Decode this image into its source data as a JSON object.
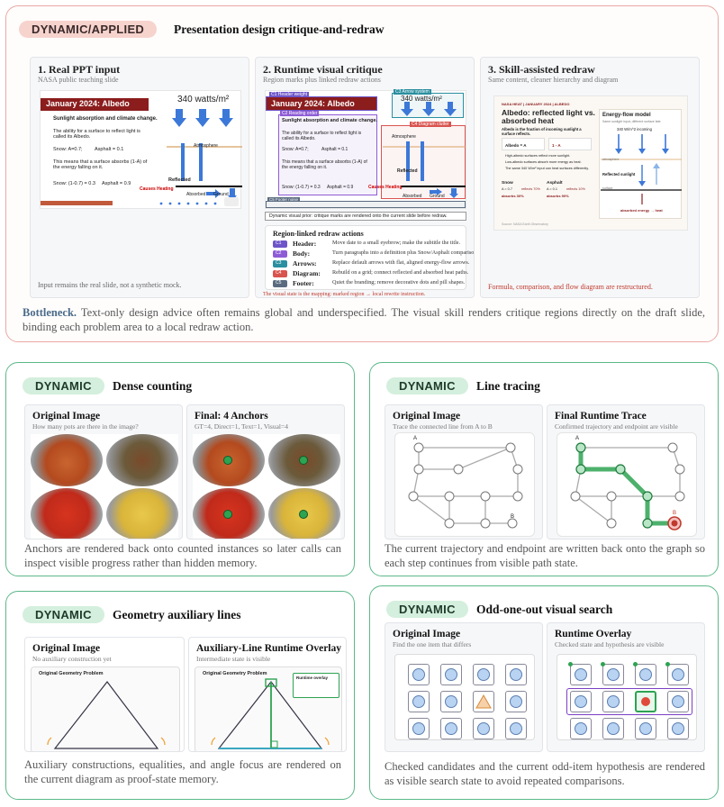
{
  "top": {
    "tag": "DYNAMIC/APPLIED",
    "title": "Presentation design critique-and-redraw",
    "col1": {
      "title": "1. Real PPT input",
      "subtitle": "NASA public teaching slide",
      "footer": "Input remains the real slide, not a synthetic mock."
    },
    "col2": {
      "title": "2. Runtime visual critique",
      "subtitle": "Region marks plus linked redraw actions",
      "footer": "The visual state is the mapping: marked region → local rewrite instruction."
    },
    "col3": {
      "title": "3. Skill-assisted redraw",
      "subtitle": "Same content, cleaner hierarchy and diagram",
      "footer": "Formula, comparison, and flow diagram are restructured."
    },
    "slide": {
      "heading": "January 2024: Albedo",
      "watts": "340 watts/m²",
      "line1": "Sunlight absorption and climate change.",
      "line2": "The ability for a surface to reflect light is called its Albedo.",
      "snow": "Snow: A=0.7;",
      "asphalt": "Asphalt = 0.1",
      "line3": "This means that a surface absorbs (1-A) of the energy falling on it.",
      "calc1": "Snow: (1-0.7) = 0.3",
      "calc2": "Asphalt = 0.9",
      "atmosphere": "Atmosphere",
      "reflected": "Reflected",
      "causes": "Causes Heating",
      "absorbed": "Absorbed",
      "ground": "Ground"
    },
    "critique": {
      "c1": "C1 Header weight",
      "c2": "C2 Reading order",
      "c3": "C3 Arrow system",
      "c4": "C4 Diagram clutter",
      "c5": "C5 Footer noise",
      "bar": "Dynamic visual prior: critique marks are rendered onto the current slide before redraw.",
      "actions_title": "Region-linked redraw actions",
      "actions": [
        {
          "code": "C1",
          "key": "Header:",
          "val": "Move date to a small eyebrow; make the subtitle the title.",
          "color": "#6d55c9"
        },
        {
          "code": "C2",
          "key": "Body:",
          "val": "Turn paragraphs into a definition plus Snow/Asphalt comparison.",
          "color": "#8e5bd6"
        },
        {
          "code": "C3",
          "key": "Arrows:",
          "val": "Replace default arrows with flat, aligned energy-flow arrows.",
          "color": "#2a8fa0"
        },
        {
          "code": "C4",
          "key": "Diagram:",
          "val": "Rebuild on a grid; connect reflected and absorbed heat paths.",
          "color": "#d9534f"
        },
        {
          "code": "C5",
          "key": "Footer:",
          "val": "Quiet the branding; remove decorative dots and pill shapes.",
          "color": "#5a6b80"
        }
      ]
    },
    "redraw": {
      "eyebrow": "NASA HEAT | JANUARY 2024 | ALBEDO",
      "title": "Albedo: reflected light vs. absorbed heat",
      "def": "Albedo is the fraction of incoming sunlight a surface reflects.",
      "albedo_label": "Albedo = A",
      "absorbed_label": "1 - A",
      "bullets": [
        "High-albedo surfaces reflect more sunlight.",
        "Low-albedo surfaces absorb more energy as heat.",
        "The same 340 W/m² input can heat surfaces differently."
      ],
      "snow": "Snow",
      "snow_a": "A = 0.7",
      "snow_reflect": "reflects 70%",
      "snow_abs": "absorbs 30%",
      "asphalt": "Asphalt",
      "asph_a": "A = 0.1",
      "asph_reflect": "reflects 10%",
      "asph_abs": "absorbs 90%",
      "flow_title": "Energy-flow model",
      "flow_sub": "Same sunlight input, different surface fate",
      "incoming": "340 W/m^2 incoming",
      "atmosphere": "atmosphere",
      "reflected": "Reflected sunlight",
      "surface": "surface",
      "absorbed": "absorbed energy → heat",
      "source": "Source: NASA Earth Observatory"
    },
    "bottleneck_label": "Bottleneck.",
    "bottleneck": "Text-only design advice often remains global and underspecified. The visual skill renders critique regions directly on the draft slide, binding each problem area to a local redraw action."
  },
  "counting": {
    "tag": "DYNAMIC",
    "title": "Dense counting",
    "orig_title": "Original Image",
    "orig_sub": "How many pots are there in the image?",
    "final_title": "Final: 4 Anchors",
    "final_sub": "GT=4, Direct=1, Text=1, Visual=4",
    "caption": "Anchors are rendered back onto counted instances so later calls can inspect visible progress rather than hidden memory."
  },
  "tracing": {
    "tag": "DYNAMIC",
    "title": "Line tracing",
    "orig_title": "Original Image",
    "orig_sub": "Trace the connected line from A to B",
    "final_title": "Final Runtime Trace",
    "final_sub": "Confirmed trajectory and endpoint are visible",
    "label_a": "A",
    "label_b": "B",
    "caption": "The current trajectory and endpoint are written back onto the graph so each step continues from visible path state."
  },
  "geometry": {
    "tag": "DYNAMIC",
    "title": "Geometry auxiliary lines",
    "orig_title": "Original Image",
    "orig_sub": "No auxiliary construction yet",
    "over_title": "Auxiliary-Line Runtime Overlay",
    "over_sub": "Intermediate state is visible",
    "problem": "Original Geometry Problem",
    "overlay_box": "Runtime overlay",
    "caption": "Auxiliary constructions, equalities, and angle focus are rendered on the current diagram as proof-state memory."
  },
  "oddone": {
    "tag": "DYNAMIC",
    "title": "Odd-one-out visual search",
    "orig_title": "Original Image",
    "orig_sub": "Find the one item that differs",
    "over_title": "Runtime Overlay",
    "over_sub": "Checked state and hypothesis are visible",
    "caption": "Checked candidates and the current odd-item hypothesis are rendered as visible search state to avoid repeated comparisons."
  },
  "colors": {
    "red_border": "#e9a9a3",
    "green_border": "#5db88a",
    "anchor": "#2ea352",
    "slide_red": "#8b1d1d",
    "arrow_blue": "#3c78d8"
  }
}
